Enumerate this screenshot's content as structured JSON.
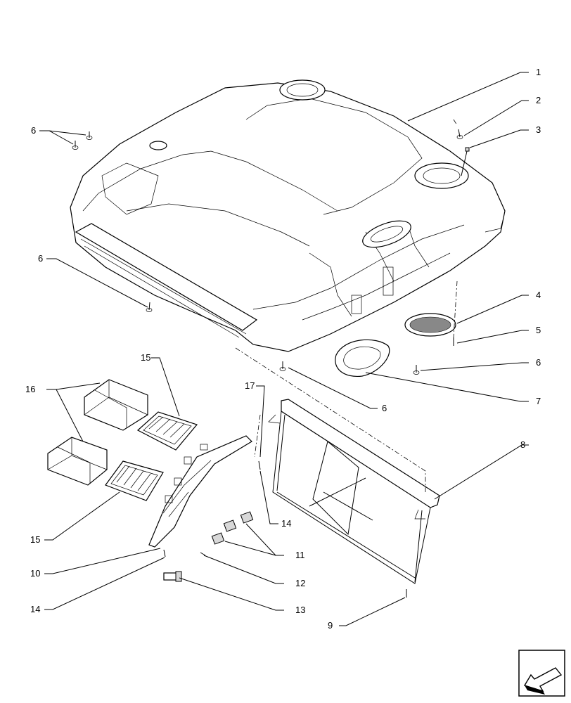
{
  "callouts": {
    "c1": "1",
    "c2": "2",
    "c3": "3",
    "c4": "4",
    "c5": "5",
    "c6a": "6",
    "c6b": "6",
    "c6c": "6",
    "c6d": "6",
    "c7": "7",
    "c8": "8",
    "c9": "9",
    "c10": "10",
    "c11": "11",
    "c12": "12",
    "c13": "13",
    "c14a": "14",
    "c14b": "14",
    "c15a": "15",
    "c15b": "15",
    "c16": "16",
    "c17": "17"
  },
  "icons": {
    "nav": "arrow-nav-icon"
  }
}
